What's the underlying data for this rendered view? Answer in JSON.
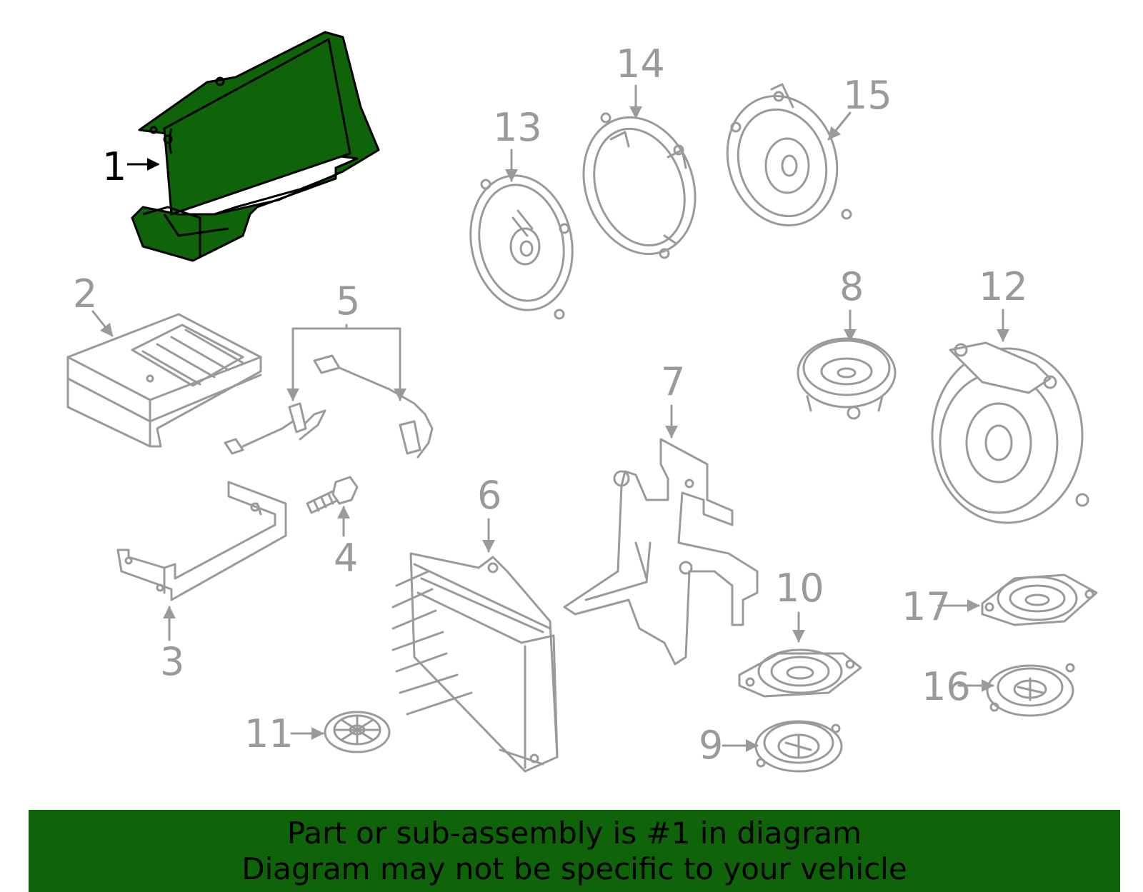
{
  "diagram": {
    "highlighted_part": "1",
    "callouts": {
      "c1": "1",
      "c2": "2",
      "c3": "3",
      "c4": "4",
      "c5": "5",
      "c6": "6",
      "c7": "7",
      "c8": "8",
      "c9": "9",
      "c10": "10",
      "c11": "11",
      "c12": "12",
      "c13": "13",
      "c14": "14",
      "c15": "15",
      "c16": "16",
      "c17": "17"
    }
  },
  "banner": {
    "line1": "Part or sub-assembly is #1 in diagram",
    "line2": "Diagram may not be specific to your vehicle"
  },
  "colors": {
    "highlight": "#0f6308",
    "line_gray": "#9a9a9a",
    "banner_bg": "#0f6308"
  }
}
